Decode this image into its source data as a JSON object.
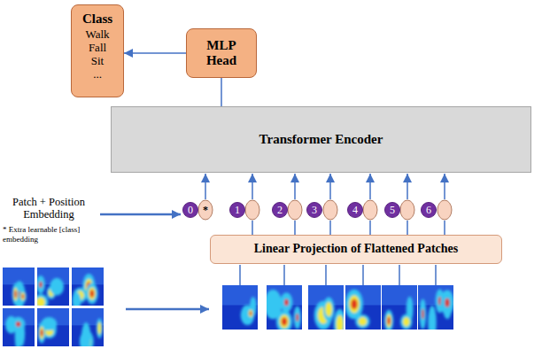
{
  "diagram": {
    "nodes": [
      {
        "text": [
          "Class",
          "Walk Fall Sit ..."
        ]
      },
      {
        "text": [
          "MLP Head"
        ]
      },
      {
        "text": [
          "Transformer Encoder"
        ]
      },
      {
        "text": [
          "0"
        ]
      },
      {
        "text": [
          "1"
        ]
      },
      {
        "text": [
          "2"
        ]
      },
      {
        "text": [
          "3"
        ]
      },
      {
        "text": [
          "4"
        ]
      },
      {
        "text": [
          "5"
        ]
      },
      {
        "text": [
          "6"
        ]
      },
      {
        "text": [
          "Linear Projection of Flattened Patches"
        ]
      }
    ],
    "edges": [
      {
        "from": 1,
        "to": 0,
        "arrow": "to"
      },
      {
        "from": 2,
        "to": 1,
        "arrow": "none"
      }
    ],
    "labels": [
      "Patch + Position Embedding",
      "*",
      "* Extra learnable [class] embedding"
    ]
  }
}
